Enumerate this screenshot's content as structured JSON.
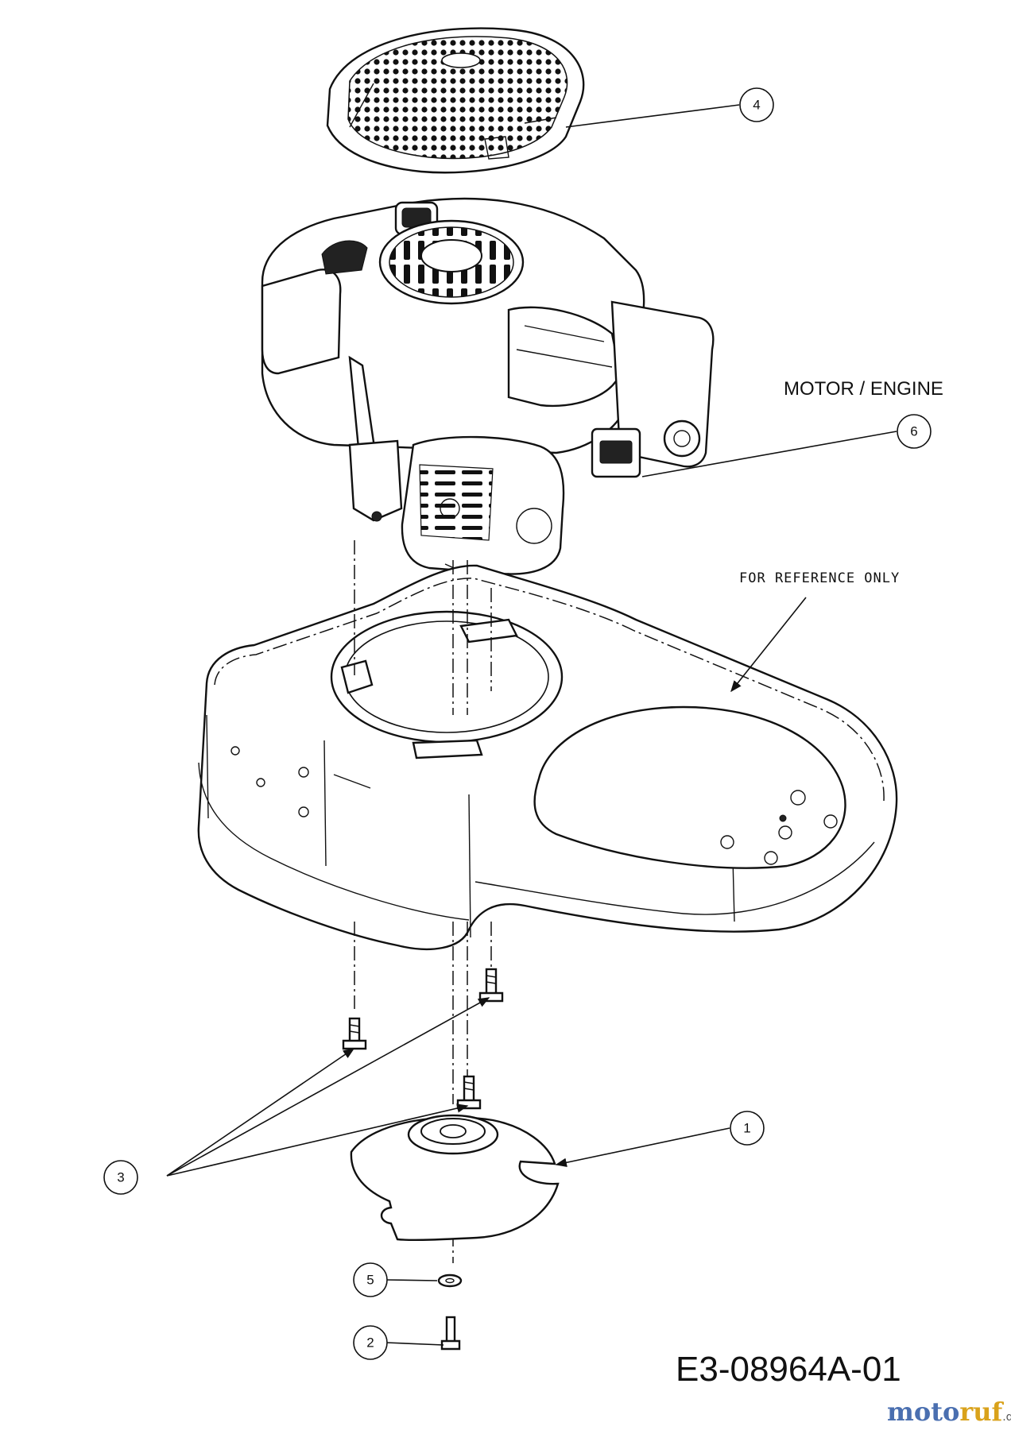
{
  "diagram": {
    "callouts": [
      {
        "number": "4"
      },
      {
        "number": "6"
      },
      {
        "number": "1"
      },
      {
        "number": "3"
      },
      {
        "number": "5"
      },
      {
        "number": "2"
      }
    ],
    "engine_label": "MOTOR / ENGINE",
    "reference_note": "FOR REFERENCE ONLY",
    "drawing_code": "E3-08964A-01",
    "watermark": {
      "part1": "moto",
      "part2": "ruf",
      "suffix": ".de"
    }
  }
}
